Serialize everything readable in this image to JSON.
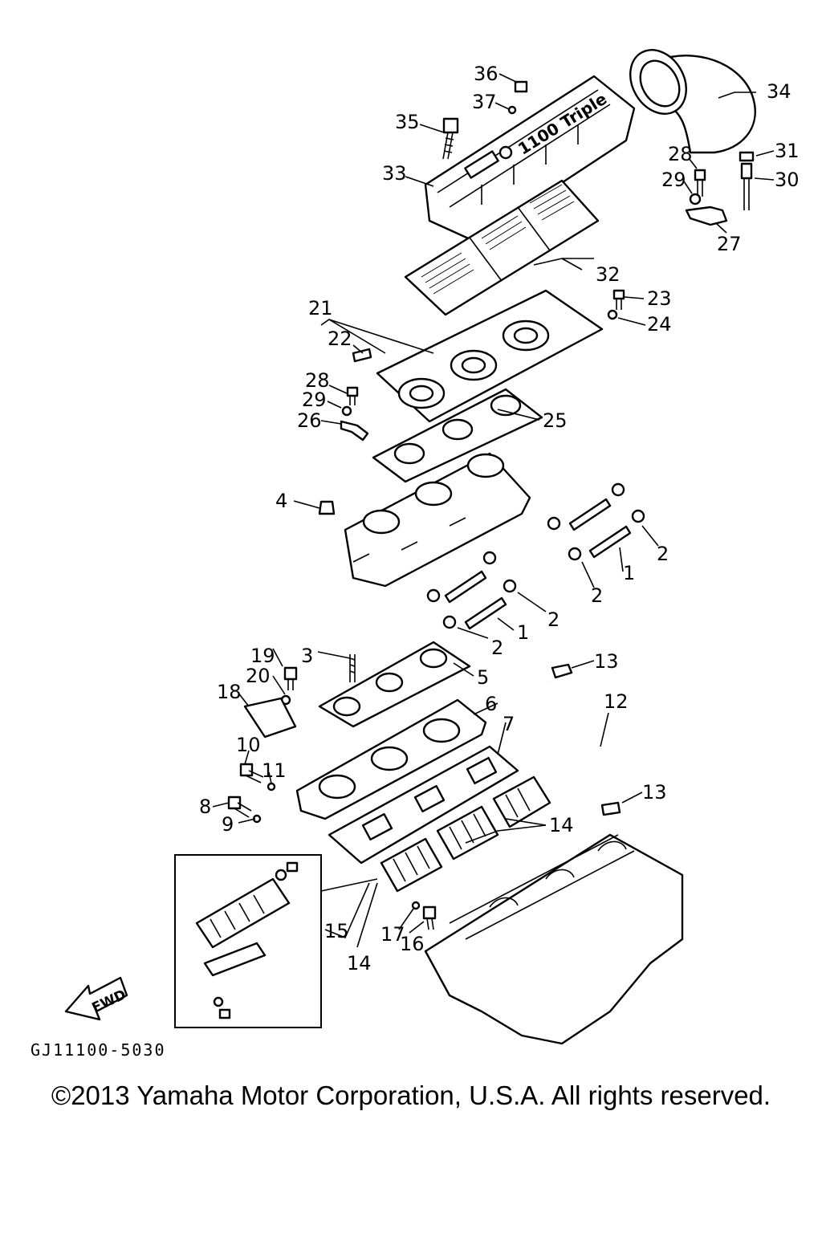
{
  "diagram": {
    "figure_code": "GJ11100-5030",
    "copyright": "©2013 Yamaha Motor Corporation, U.S.A. All rights reserved.",
    "fwd_label": "FWD",
    "cover_text": "1100 Triple",
    "callouts": [
      "36",
      "37",
      "35",
      "34",
      "33",
      "28",
      "31",
      "29",
      "30",
      "27",
      "32",
      "23",
      "21",
      "24",
      "22",
      "28",
      "29",
      "26",
      "25",
      "4",
      "2",
      "1",
      "2",
      "2",
      "1",
      "2",
      "19",
      "3",
      "5",
      "13",
      "20",
      "18",
      "6",
      "7",
      "12",
      "10",
      "11",
      "13",
      "8",
      "9",
      "14",
      "15",
      "17",
      "16",
      "14"
    ]
  }
}
